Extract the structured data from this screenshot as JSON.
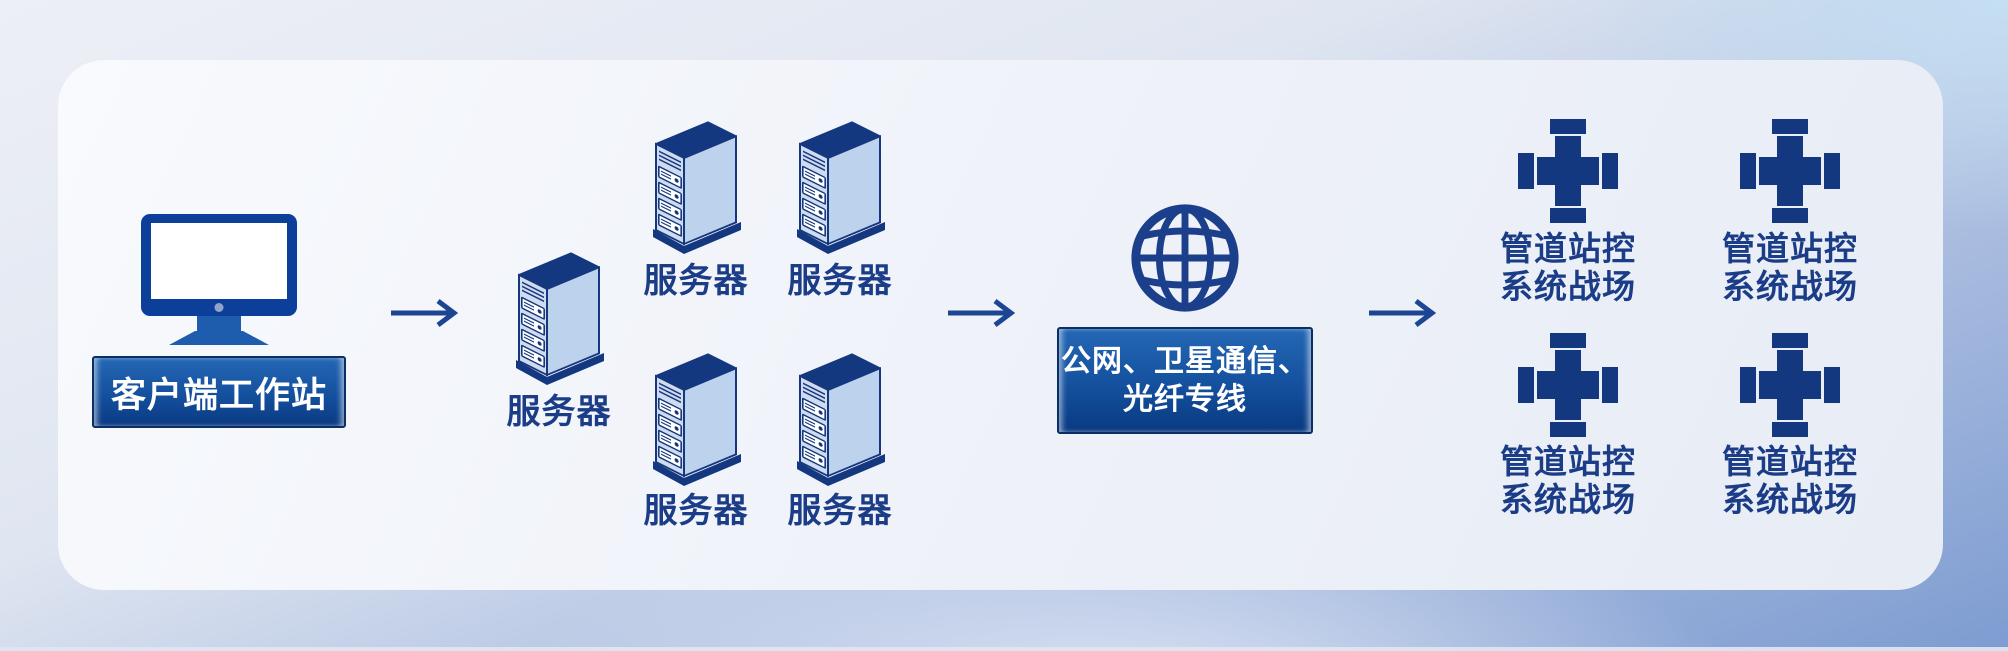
{
  "diagram": {
    "client": {
      "label": "客户端工作站"
    },
    "servers": {
      "label": "服务器",
      "count": 5
    },
    "network": {
      "label_line1": "公网、卫星通信、",
      "label_line2": "光纤专线"
    },
    "stations": {
      "label_line1": "管道站控",
      "label_line2": "系统战场",
      "count": 4
    },
    "colors": {
      "navy": "#16387f",
      "monitor_blue": "#0c3f9a",
      "monitor_stand_blue": "#1e5dad",
      "server_face_light": "#cfdcef",
      "server_face_side": "#bdd2ec",
      "label_box_top": "#2467b4",
      "label_box_bottom": "#0a3a82",
      "label_text": "#ffffff"
    }
  }
}
